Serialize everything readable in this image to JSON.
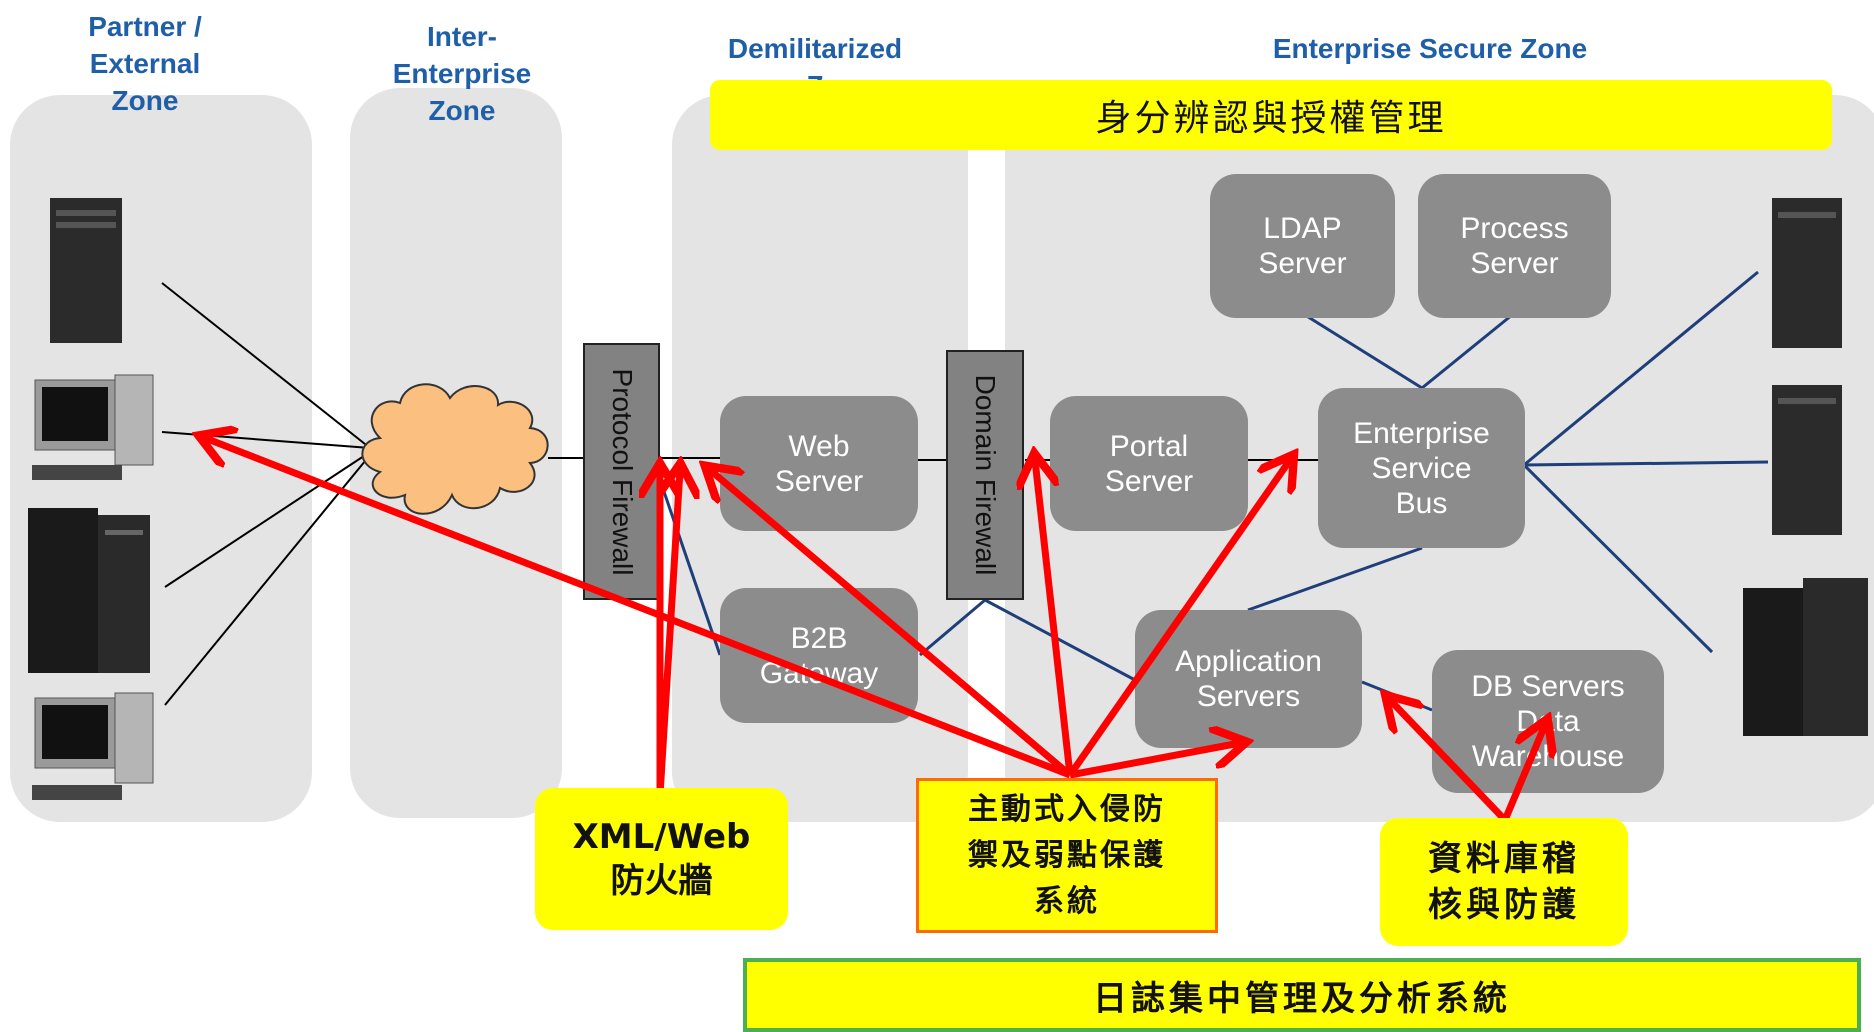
{
  "zones": {
    "partner": "Partner  /\nExternal\nZone",
    "inter": "Inter-\nEnterprise\nZone",
    "dmz": "Demilitarized\nZ",
    "secure": "Enterprise Secure Zone"
  },
  "nodes": {
    "ldap": "LDAP\nServer",
    "process": "Process\nServer",
    "web": "Web\nServer",
    "portal": "Portal\nServer",
    "esb": "Enterprise\nService\nBus",
    "b2b": "B2B\nGateway",
    "app": "Application\nServers",
    "db": "DB Servers\nData\nWarehouse"
  },
  "firewalls": {
    "protocol": "Protocol Firewall",
    "domain": "Domain Firewall"
  },
  "labels": {
    "identity": "身分辨認與授權管理",
    "xml_fw": "XML/Web\n防火牆",
    "ips": "主動式入侵防\n禦及弱點保護\n系統",
    "db_audit": "資料庫稽\n核與防護",
    "log_mgmt": "日誌集中管理及分析系統"
  },
  "colors": {
    "zone_title": "#1f5fa8",
    "highlight": "#ffff00",
    "arrow": "#ff0000",
    "link": "#1f3f7a"
  }
}
